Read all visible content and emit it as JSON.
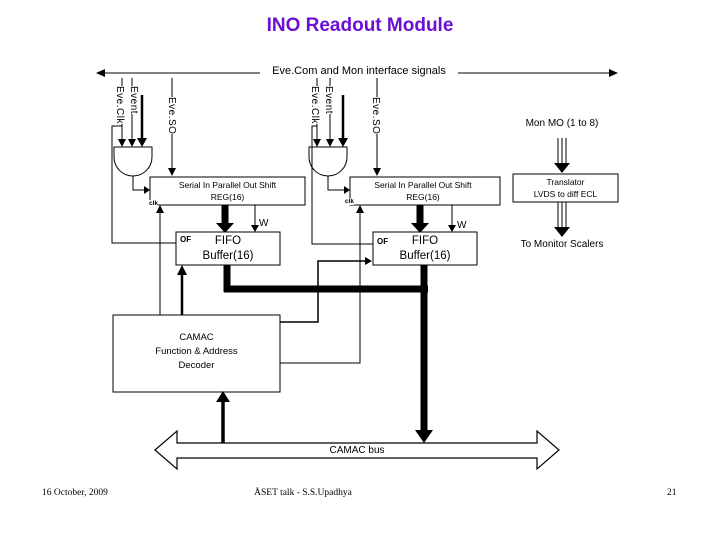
{
  "title": "INO Readout Module",
  "colors": {
    "title_purple": "#6b0fd3",
    "line_black": "#000000",
    "background": "#ffffff"
  },
  "interface_line": {
    "label": "Eve.Com and Mon interface signals"
  },
  "signals": {
    "eve_clk": "Eve.Clk",
    "event": "Event",
    "eve_so": "Eve.SO"
  },
  "shift_reg": {
    "line1": "Serial In Parallel Out Shift",
    "line2": "REG(16)",
    "clk_label": "clk"
  },
  "fifo": {
    "line1": "FIFO",
    "line2": "Buffer(16)",
    "of_label": "OF",
    "w_label": "W"
  },
  "decoder": {
    "line1": "CAMAC",
    "line2": "Function & Address",
    "line3": "Decoder"
  },
  "monitor_chain": {
    "input_label": "Mon MO (1 to 8)",
    "translator_line1": "Translator",
    "translator_line2": "LVDS to diff ECL",
    "output_label": "To Monitor Scalers"
  },
  "camac_bus": {
    "label": "CAMAC bus"
  },
  "footer": {
    "date": "16 October, 2009",
    "talk": "ÅSET talk -  S.S.Upadhya",
    "page": "21"
  }
}
